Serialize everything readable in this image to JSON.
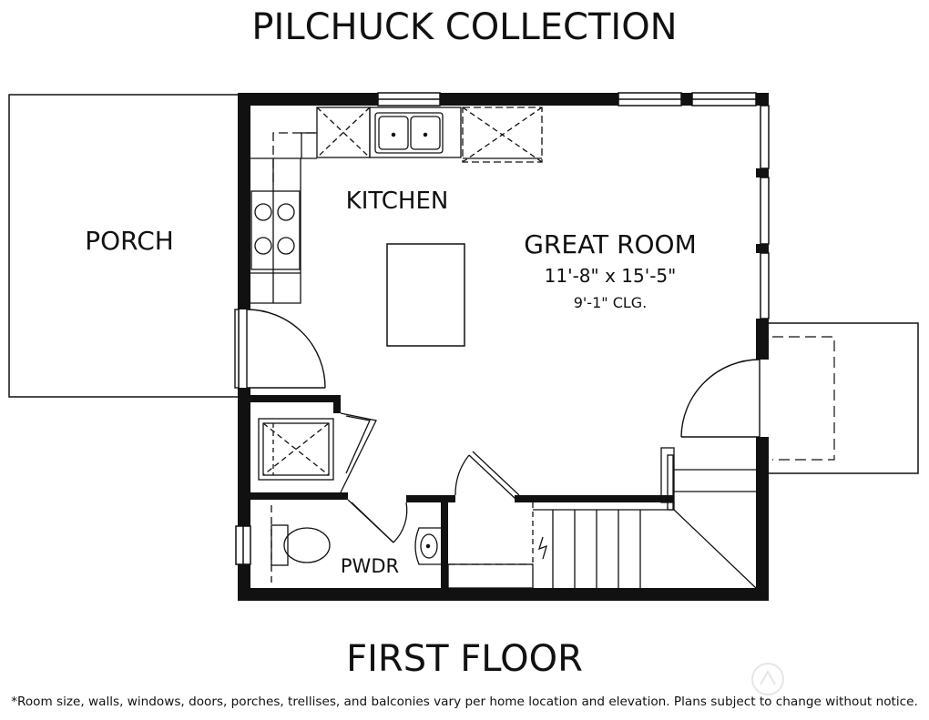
{
  "header": {
    "title": "PILCHUCK COLLECTION"
  },
  "rooms": {
    "porch": "PORCH",
    "kitchen": "KITCHEN",
    "great_room": "GREAT ROOM",
    "great_room_size": "11'-8\" x 15'-5\"",
    "great_room_ceiling": "9'-1\" CLG.",
    "powder": "PWDR"
  },
  "footer": {
    "floor_label": "FIRST FLOOR",
    "disclaimer": "*Room size, walls, windows, doors, porches, trellises, and balconies vary per home location and elevation. Plans subject to change without notice."
  }
}
